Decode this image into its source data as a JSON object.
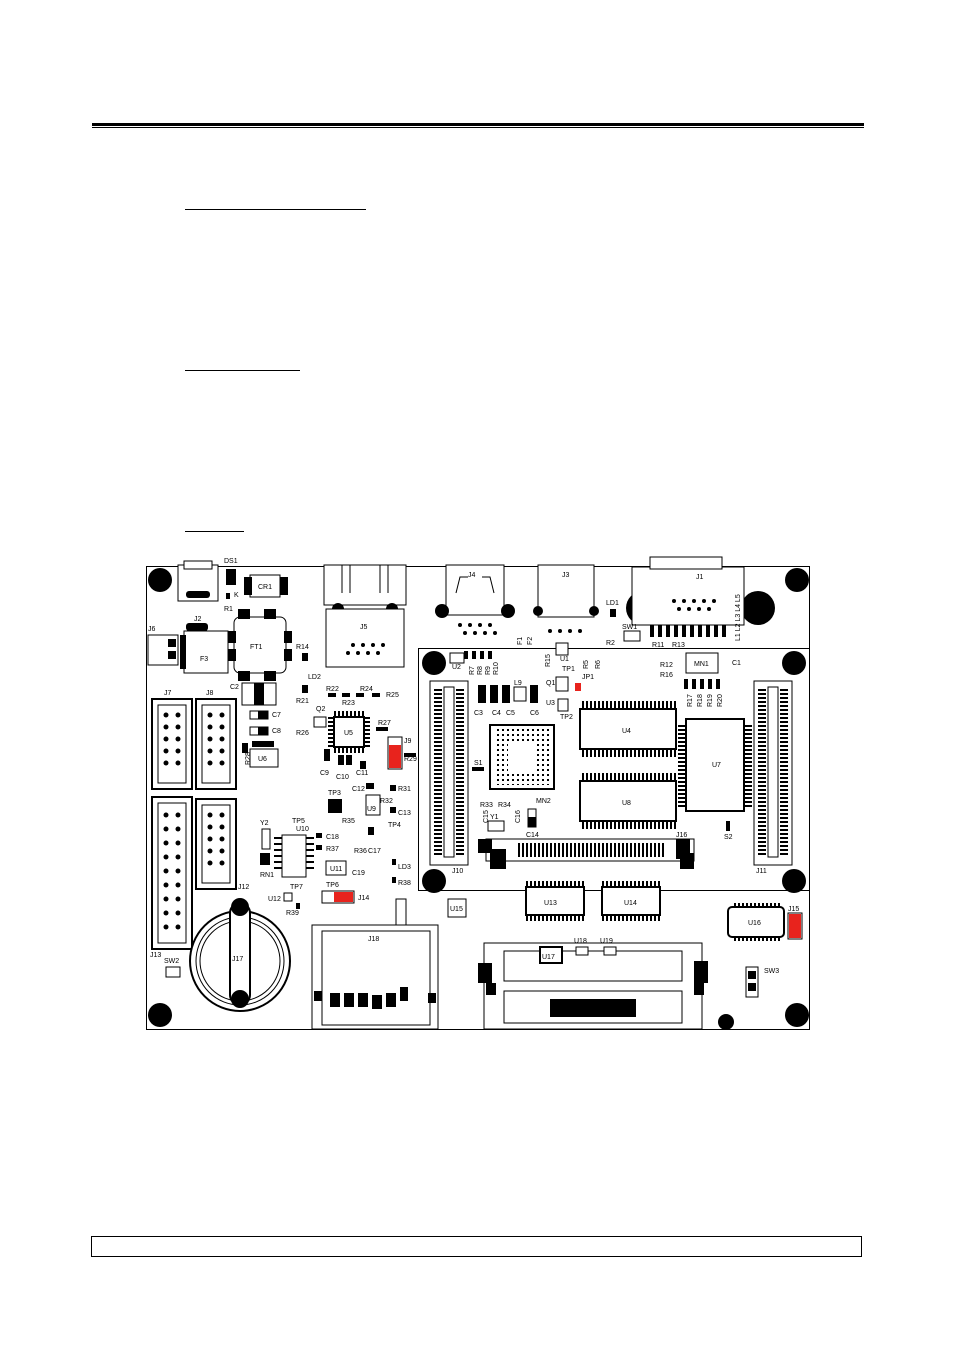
{
  "page": {
    "footer_text": ""
  },
  "section_headings": [
    {
      "id": "heading-1",
      "text": ""
    },
    {
      "id": "heading-2",
      "text": ""
    },
    {
      "id": "heading-3",
      "text": ""
    }
  ],
  "board": {
    "labels": {
      "DS1": "DS1",
      "K": "K",
      "R1": "R1",
      "CR1": "CR1",
      "J2": "J2",
      "J6": "J6",
      "F3": "F3",
      "FT1": "FT1",
      "C2": "C2",
      "C7": "C7",
      "C8": "C8",
      "J7": "J7",
      "J8": "J8",
      "R28": "R28",
      "U6": "U6",
      "R14": "R14",
      "LD2": "LD2",
      "R21": "R21",
      "R22": "R22",
      "R24": "R24",
      "R25": "R25",
      "R23": "R23",
      "Q2": "Q2",
      "R26": "R26",
      "U5": "U5",
      "R27": "R27",
      "J9": "J9",
      "R29": "R29",
      "C9": "C9",
      "C10": "C10",
      "C11": "C11",
      "C12": "C12",
      "TP3": "TP3",
      "R31": "R31",
      "C13": "C13",
      "R35": "R35",
      "U9": "U9",
      "TP4": "TP4",
      "R32": "R32",
      "C18": "C18",
      "R37": "R37",
      "C17": "C17",
      "R36": "R36",
      "TP5": "TP5",
      "U10": "U10",
      "Y2": "Y2",
      "RN1": "RN1",
      "U11": "U11",
      "C19": "C19",
      "LD3": "LD3",
      "R38": "R38",
      "TP6": "TP6",
      "TP7": "TP7",
      "U12": "U12",
      "R39": "R39",
      "J14": "J14",
      "J12": "J12",
      "J13": "J13",
      "SW2": "SW2",
      "J17": "J17",
      "J18": "J18",
      "U15": "U15",
      "J5": "J5",
      "J4": "J4",
      "J3": "J3",
      "J1": "J1",
      "F1": "F1",
      "F2": "F2",
      "LD1": "LD1",
      "SW1": "SW1",
      "R2": "R2",
      "R11": "R11",
      "R13": "R13",
      "MN1": "MN1",
      "C1": "C1",
      "R12": "R12",
      "R16": "R16",
      "R17": "R17",
      "R18": "R18",
      "R19": "R19",
      "R20": "R20",
      "U2": "U2",
      "R7": "R7",
      "R8": "R8",
      "R9": "R9",
      "R10": "R10",
      "R15": "R15",
      "U1": "U1",
      "R5": "R5",
      "R6": "R6",
      "TP1": "TP1",
      "Q1": "Q1",
      "JP1": "JP1",
      "U3": "U3",
      "TP2": "TP2",
      "L9": "L9",
      "C3": "C3",
      "C4": "C4",
      "C5": "C5",
      "C6": "C6",
      "S1": "S1",
      "MN2": "MN2",
      "U4": "U4",
      "U8": "U8",
      "U7": "U7",
      "S2": "S2",
      "R33": "R33",
      "R34": "R34",
      "C15": "C15",
      "C16": "C16",
      "Y1": "Y1",
      "C14": "C14",
      "J10": "J10",
      "J16": "J16",
      "J11": "J11",
      "U13": "U13",
      "U14": "U14",
      "U16": "U16",
      "J15": "J15",
      "U17": "U17",
      "U18": "U18",
      "U19": "U19",
      "SW3": "SW3",
      "L1_5": "L1 L2 L3 L4 L5"
    },
    "colors": {
      "jumper_red": "#e8231d",
      "ink": "#000000",
      "paper": "#ffffff"
    }
  }
}
